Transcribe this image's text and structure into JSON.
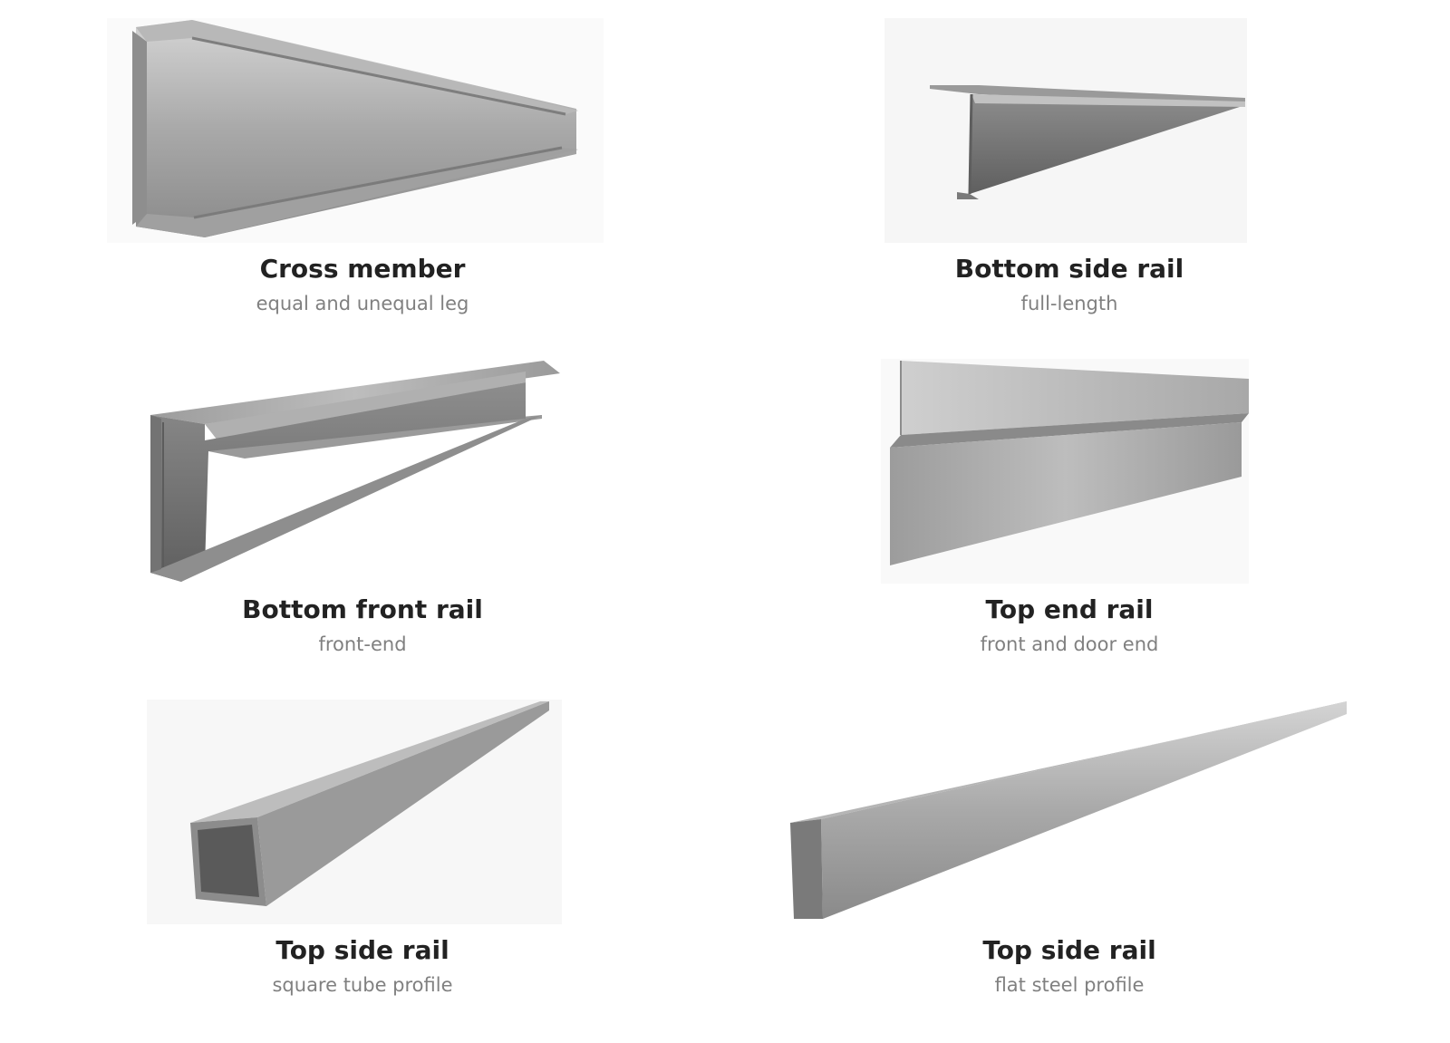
{
  "products": [
    {
      "title": "Cross member",
      "subtitle": "equal and unequal leg",
      "icon": "c-channel-profile-icon"
    },
    {
      "title": "Bottom side rail",
      "subtitle": "full-length",
      "icon": "z-profile-rail-icon"
    },
    {
      "title": "Bottom front rail",
      "subtitle": "front-end",
      "icon": "lipped-channel-profile-icon"
    },
    {
      "title": "Top end rail",
      "subtitle": "front and door end",
      "icon": "angled-sheet-profile-icon"
    },
    {
      "title": "Top side rail",
      "subtitle": "square tube profile",
      "icon": "square-tube-profile-icon"
    },
    {
      "title": "Top side rail",
      "subtitle": "flat steel profile",
      "icon": "flat-bar-profile-icon"
    }
  ],
  "colors": {
    "title": "#222222",
    "subtitle": "#808080",
    "steel_light": "#c4c4c4",
    "steel_mid": "#9e9e9e",
    "steel_dark": "#6f6f6f"
  }
}
